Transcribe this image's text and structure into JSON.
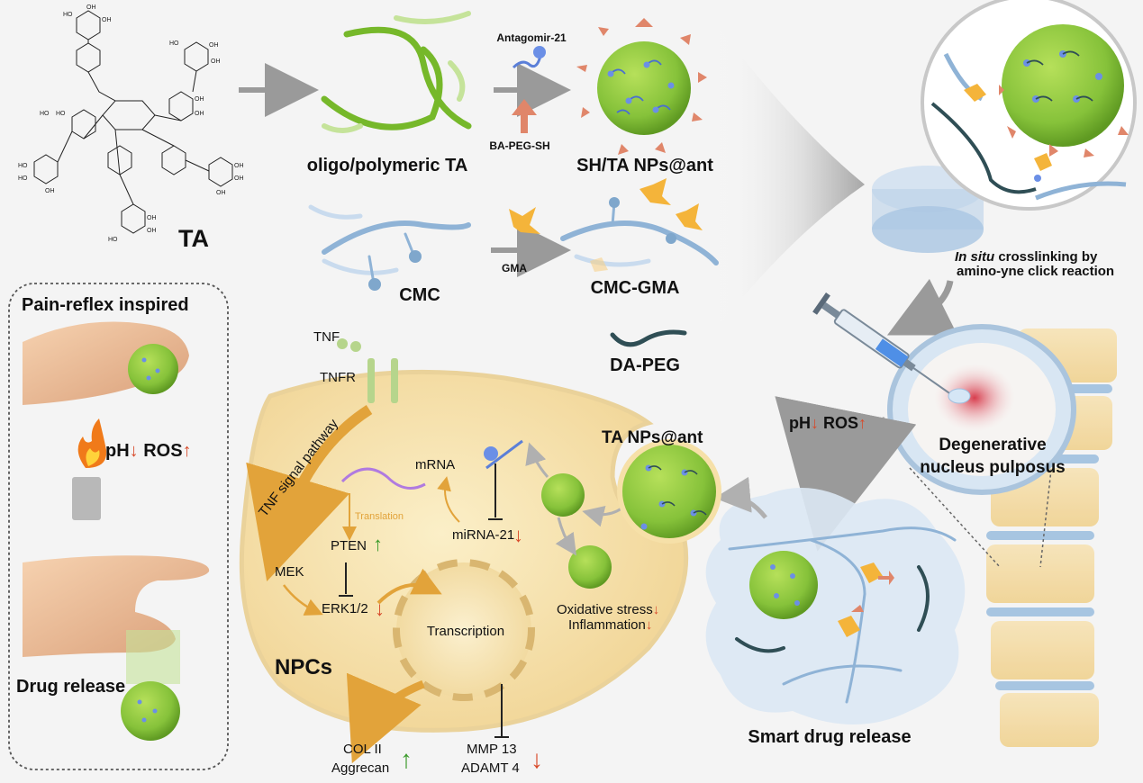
{
  "ta_synthesis": {
    "ta_label": "TA",
    "oligo_label": "oligo/polymeric TA",
    "antagomir_label": "Antagomir-21",
    "bapeg_label": "BA-PEG-SH",
    "shta_label": "SH/TA NPs@ant"
  },
  "cmc_synthesis": {
    "cmc_label": "CMC",
    "gma_label": "GMA",
    "cmcgma_label": "CMC-GMA",
    "dapeg_label": "DA-PEG"
  },
  "crosslinking": {
    "in_situ": "In situ",
    "rest_line1": " crosslinking by",
    "line2": "amino-yne click reaction"
  },
  "pain_reflex": {
    "title": "Pain-reflex inspired",
    "ph": "pH",
    "ros": "ROS",
    "down_arrow": "↓",
    "up_arrow": "↑",
    "drug_release": "Drug release"
  },
  "cell": {
    "tnf": "TNF",
    "tnfr": "TNFR",
    "tnf_pathway": "TNF signal pathway",
    "mek": "MEK",
    "erk": "ERK1/2",
    "pten": "PTEN",
    "translation": "Translation",
    "mrna": "mRNA",
    "mirna": "miRNA-21",
    "transcription": "Transcription",
    "npcs": "NPCs",
    "oxidative": "Oxidative stress",
    "inflammation": "Inflammation",
    "col2": "COL II",
    "aggrecan": "Aggrecan",
    "mmp13": "MMP 13",
    "adamt4": "ADAMT 4",
    "ta_nps_ant": "TA NPs@ant"
  },
  "right_panel": {
    "ph": "pH",
    "ros": "ROS",
    "degenerative": "Degenerative",
    "nucleus": "nucleus pulposus",
    "smart_release": "Smart drug release"
  },
  "colors": {
    "green_np": "#8cc63f",
    "cmc_blue": "#7fa7cc",
    "cell_fill": "#f6e0a8",
    "cell_edge": "#e6c98a",
    "arrow_gray": "#9a9a9a",
    "accent_red": "#d84a2a",
    "accent_green": "#3a9a2a",
    "pathway_orange": "#e2a33a"
  }
}
